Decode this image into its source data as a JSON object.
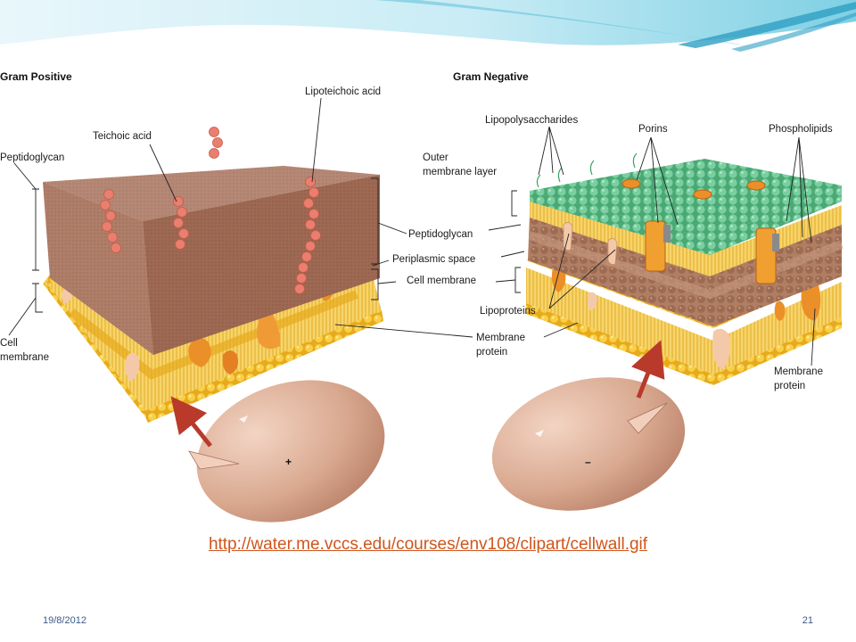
{
  "colors": {
    "header_light": "#c9ecf5",
    "header_dark": "#5cc0d9",
    "peptidoglycan": "#a9735d",
    "membrane_yellow": "#f6c436",
    "outer_membrane_green": "#5fbf87",
    "protein_orange": "#eb8f28",
    "teichoic_acid": "#ea7f6f",
    "cell_body": "#d9a990",
    "arrow_red": "#b93a2a",
    "link_orange": "#d0551c"
  },
  "gram_positive": {
    "title": "Gram Positive",
    "labels": {
      "peptidoglycan": "Peptidoglycan",
      "teichoic_acid": "Teichoic acid",
      "lipoteichoic_acid": "Lipoteichoic acid",
      "cell_membrane_1": "Cell",
      "cell_membrane_2": "membrane"
    },
    "cell_sign": "+"
  },
  "gram_negative": {
    "title": "Gram Negative",
    "labels": {
      "lipopolysaccharides": "Lipopolysaccharides",
      "outer_membrane_1": "Outer",
      "outer_membrane_2": "membrane layer",
      "porins": "Porins",
      "phospholipids": "Phospholipids",
      "lipoproteins": "Lipoproteins",
      "membrane_protein_1": "Membrane",
      "membrane_protein_2": "protein"
    },
    "cell_sign": "–"
  },
  "shared_labels": {
    "peptidoglycan": "Peptidoglycan",
    "periplasmic_space": "Periplasmic space",
    "cell_membrane": "Cell membrane",
    "membrane_protein_1": "Membrane",
    "membrane_protein_2": "protein"
  },
  "source_url": "http://water.me.vccs.edu/courses/env108/clipart/cellwall.gif",
  "footer": {
    "date": "19/8/2012",
    "page": "21"
  }
}
